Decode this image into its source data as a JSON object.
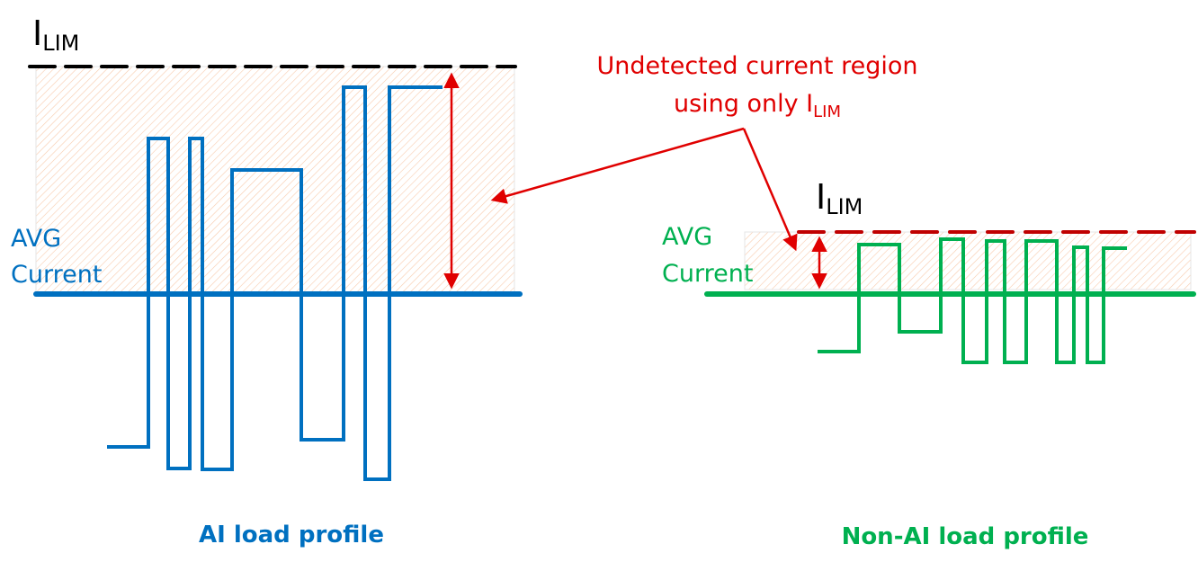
{
  "colors": {
    "ai": "#0070c0",
    "non_ai": "#00b050",
    "annotation": "#e00000",
    "ilim_ai": "#000000",
    "ilim_non_ai": "#c00000",
    "hatch": "#f8cbad"
  },
  "annotation": {
    "line1": "Undetected current region",
    "line2_prefix": "using only I",
    "line2_sub": "LIM"
  },
  "ai_panel": {
    "ilim_main": "I",
    "ilim_sub": "LIM",
    "avg_line1": "AVG",
    "avg_line2": "Current",
    "caption": "AI load profile"
  },
  "non_ai_panel": {
    "ilim_main": "I",
    "ilim_sub": "LIM",
    "avg_line1": "AVG",
    "avg_line2": "Current",
    "caption": "Non-AI load profile"
  }
}
